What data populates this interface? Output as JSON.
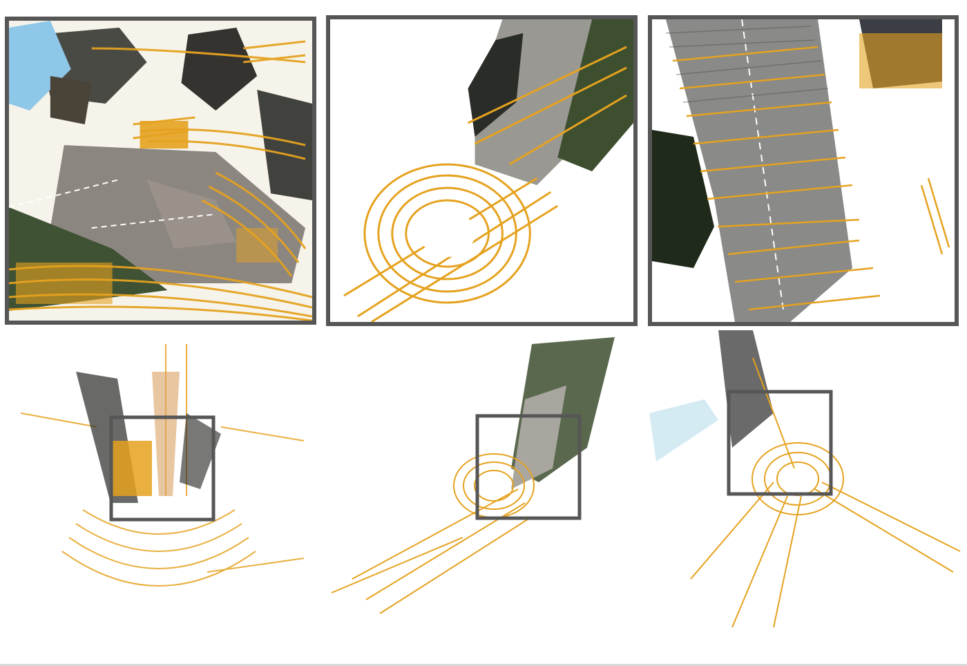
{
  "figure": {
    "description_visible_text": "",
    "colors": {
      "lidar_points": "#e5a21f",
      "lidar_points_dark": "#c98a12",
      "frame_border": "#565656",
      "road_gray": "#8c8c8a",
      "vegetation": "#3f5234",
      "sky_blue": "#8fc7e8",
      "background": "#ffffff"
    },
    "panels": [
      {
        "id": "zoom-1",
        "kind": "zoomed-view"
      },
      {
        "id": "zoom-2",
        "kind": "zoomed-view"
      },
      {
        "id": "zoom-3",
        "kind": "zoomed-view"
      },
      {
        "id": "overview-1",
        "kind": "bird-eye-overview"
      },
      {
        "id": "overview-2",
        "kind": "bird-eye-overview"
      },
      {
        "id": "overview-3",
        "kind": "bird-eye-overview"
      }
    ]
  }
}
